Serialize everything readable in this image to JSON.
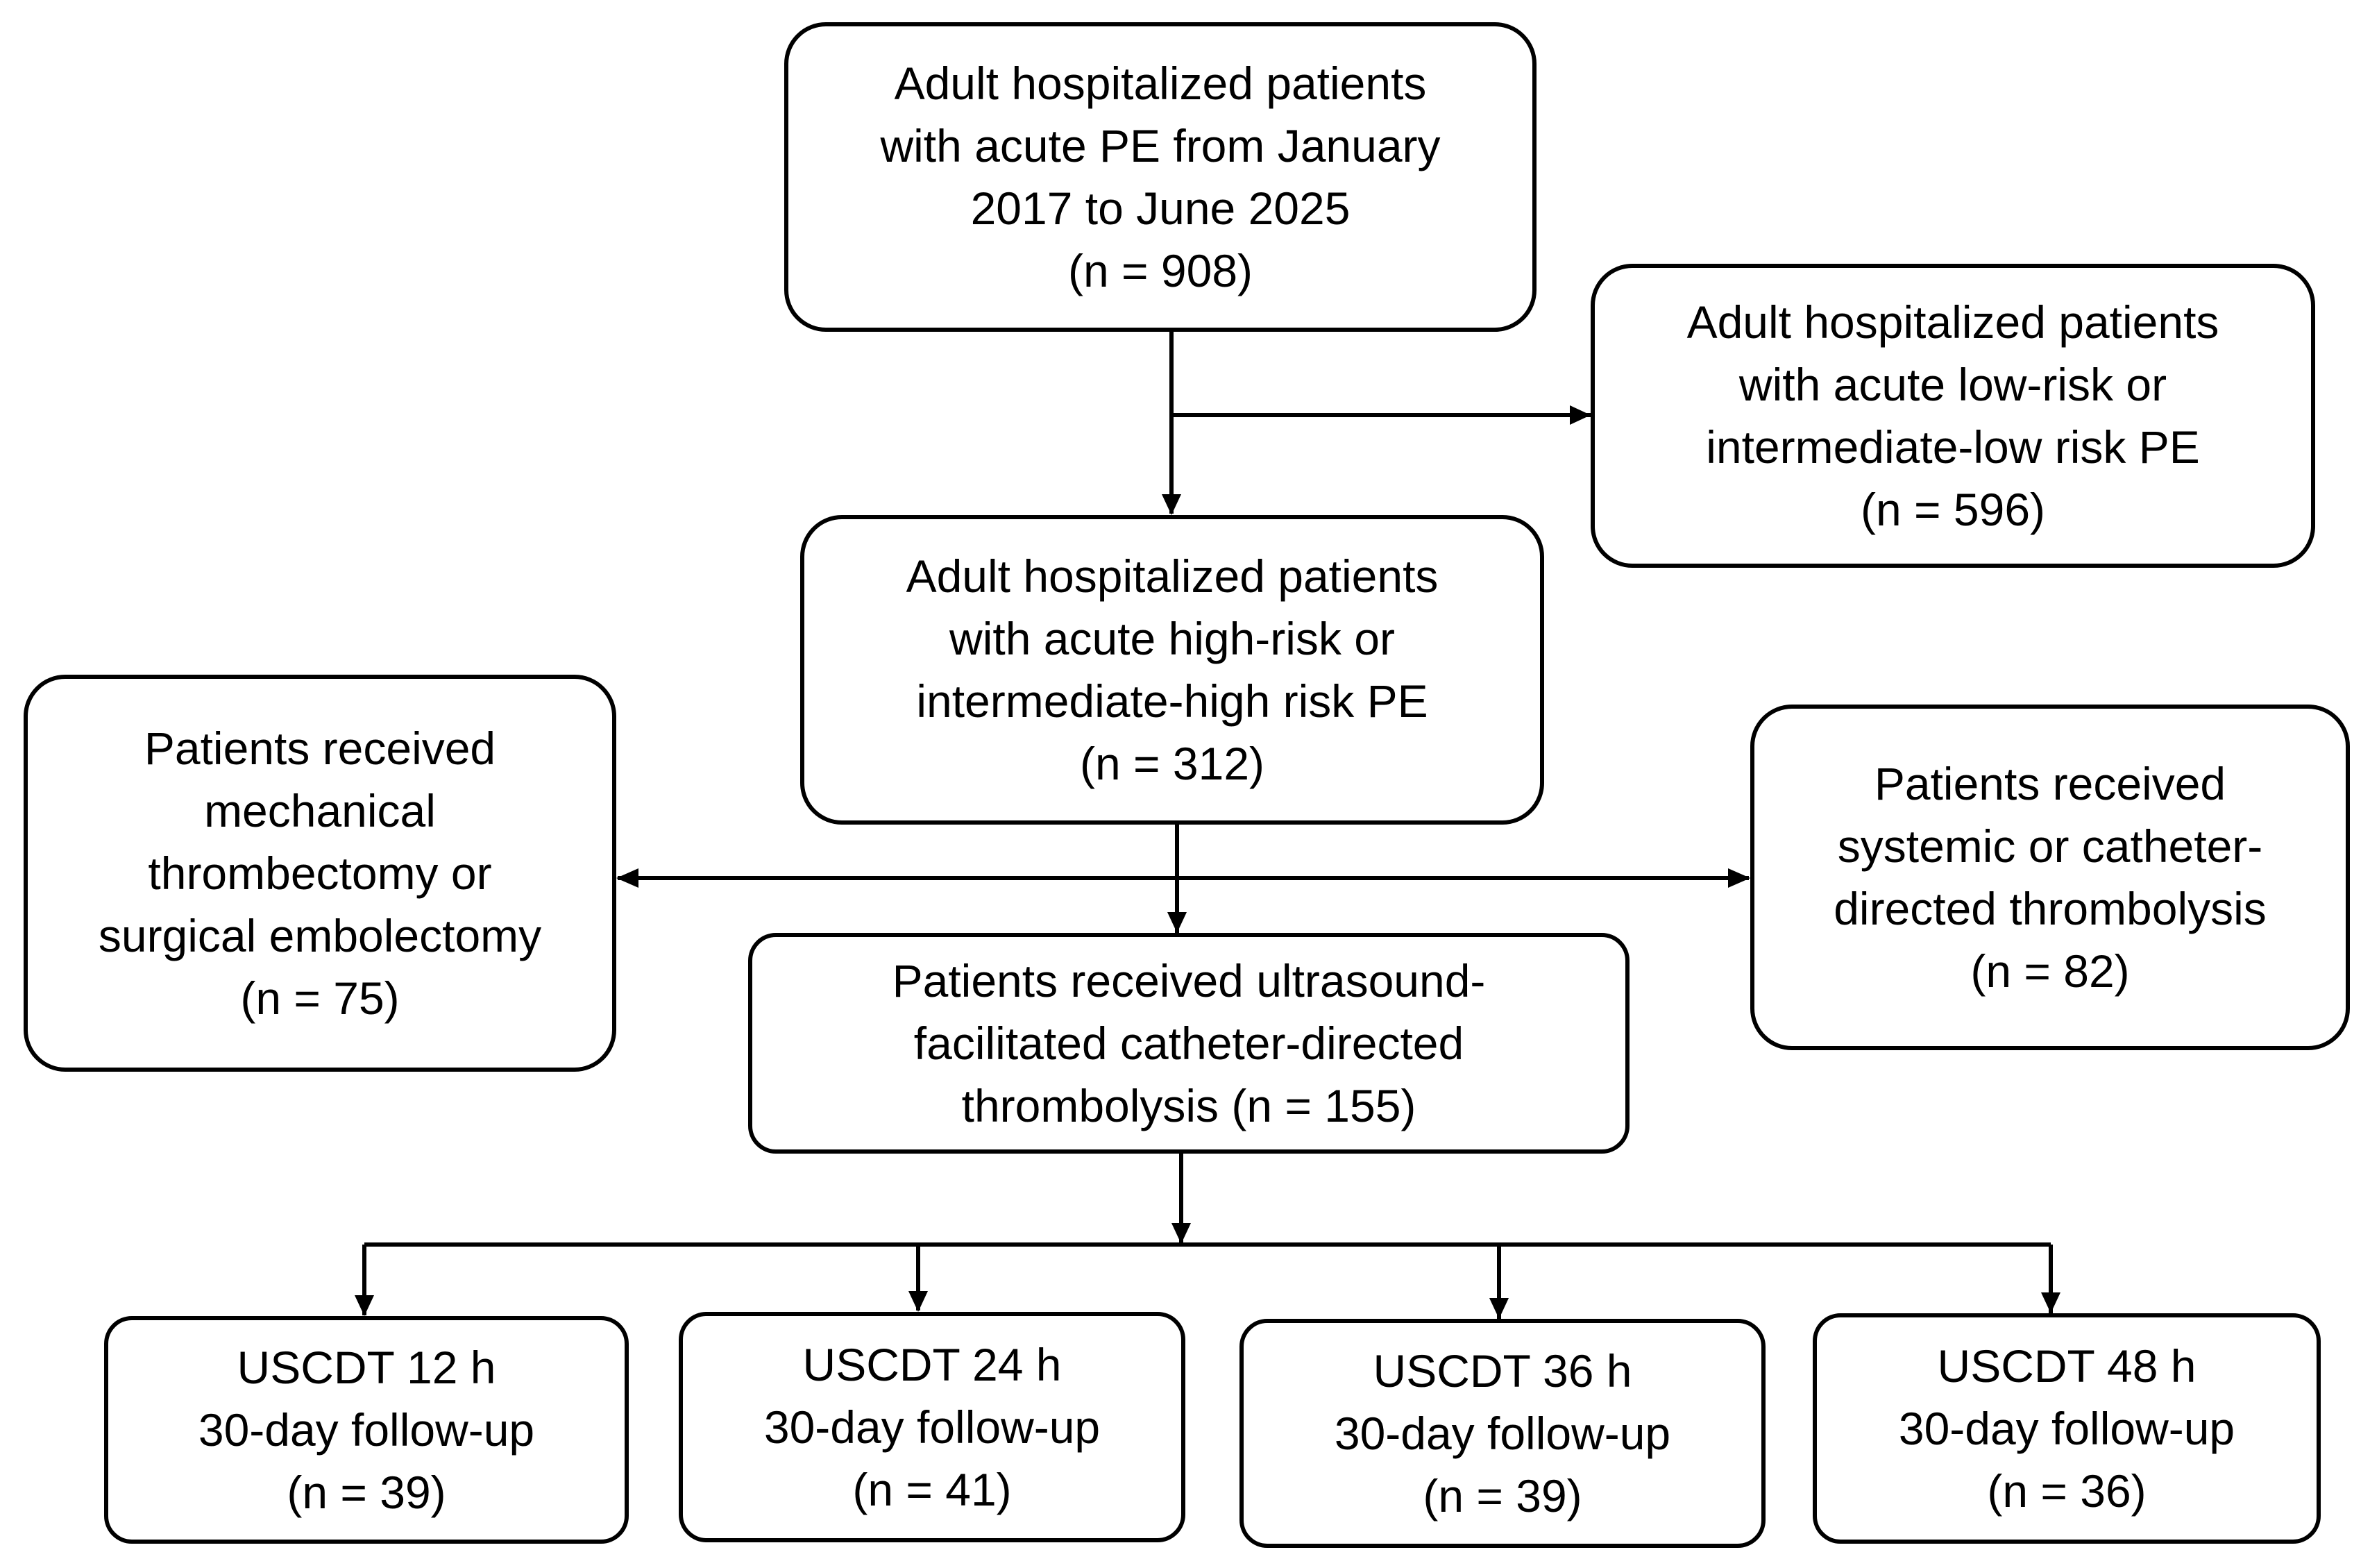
{
  "boxes": {
    "total": {
      "lines": [
        "Adult hospitalized patients",
        "with acute PE from January",
        "2017 to June 2025"
      ],
      "n": "(n = 908)"
    },
    "excluded_low": {
      "lines": [
        "Adult hospitalized patients",
        "with acute low-risk or",
        "intermediate-low risk PE"
      ],
      "n": "(n = 596)"
    },
    "high_risk": {
      "lines": [
        "Adult hospitalized patients",
        "with acute high-risk or",
        "intermediate-high risk PE"
      ],
      "n": "(n = 312)"
    },
    "mechanical": {
      "lines": [
        "Patients received",
        "mechanical",
        "thrombectomy or",
        "surgical embolectomy"
      ],
      "n": "(n = 75)"
    },
    "thrombolysis": {
      "lines": [
        "Patients received",
        "systemic or catheter-",
        "directed thrombolysis"
      ],
      "n": "(n = 82)"
    },
    "uscdt": {
      "lines": [
        "Patients received ultrasound-",
        "facilitated catheter-directed",
        "thrombolysis (n = 155)"
      ]
    },
    "g12": {
      "title": "USCDT 12 h",
      "follow": "30-day follow-up",
      "n": "(n = 39)"
    },
    "g24": {
      "title": "USCDT 24 h",
      "follow": "30-day follow-up",
      "n": "(n = 41)"
    },
    "g36": {
      "title": "USCDT 36 h",
      "follow": "30-day follow-up",
      "n": "(n = 39)"
    },
    "g48": {
      "title": "USCDT 48 h",
      "follow": "30-day follow-up",
      "n": "(n = 36)"
    }
  }
}
